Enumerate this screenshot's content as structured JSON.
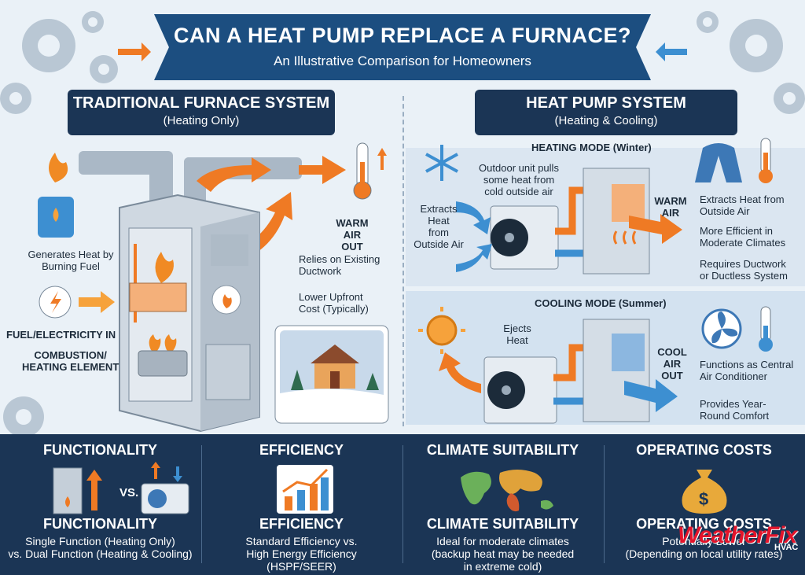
{
  "header": {
    "title": "CAN A HEAT PUMP REPLACE A FURNACE?",
    "subtitle": "An Illustrative Comparison for Homeowners"
  },
  "furnace": {
    "heading": "TRADITIONAL FURNACE SYSTEM",
    "subheading": "(Heating Only)",
    "labels": {
      "generates_1": "Generates Heat by",
      "generates_2": "Burning Fuel",
      "fuel_in": "FUEL/ELECTRICITY IN",
      "combustion_1": "COMBUSTION/",
      "combustion_2": "HEATING ELEMENT",
      "warm_air_1": "WARM AIR",
      "warm_air_2": "OUT",
      "ductwork_1": "Relies on Existing",
      "ductwork_2": "Ductwork",
      "upfront_1": "Lower Upfront",
      "upfront_2": "Cost (Typically)"
    }
  },
  "heat_pump": {
    "heading": "HEAT PUMP SYSTEM",
    "subheading": "(Heating & Cooling)",
    "heating_mode": {
      "title": "HEATING MODE (Winter)",
      "outdoor_1": "Outdoor unit pulls",
      "outdoor_2": "some heat from",
      "outdoor_3": "cold outside air",
      "extracts_1": "Extracts",
      "extracts_2": "Heat",
      "extracts_3": "from",
      "extracts_4": "Outside Air",
      "warm_1": "WARM",
      "warm_2": "AIR",
      "side_1a": "Extracts Heat from",
      "side_1b": "Outside Air",
      "side_2a": "More Efficient in",
      "side_2b": "Moderate Climates",
      "side_3a": "Requires Ductwork",
      "side_3b": "or Ductless System"
    },
    "cooling_mode": {
      "title": "COOLING MODE (Summer)",
      "ejects_1": "Ejects",
      "ejects_2": "Heat",
      "cool_1": "COOL",
      "cool_2": "AIR",
      "cool_3": "OUT",
      "side_1a": "Functions as Central",
      "side_1b": "Air Conditioner",
      "side_2a": "Provides Year-",
      "side_2b": "Round Comfort"
    }
  },
  "comparison": [
    {
      "head": "FUNCTIONALITY",
      "vs": "VS.",
      "head2": "FUNCTIONALITY",
      "line1": "Single Function (Heating Only)",
      "line2": "vs. Dual Function (Heating & Cooling)",
      "line3": ""
    },
    {
      "head": "EFFICIENCY",
      "head2": "EFFICIENCY",
      "line1": "Standard Efficiency vs.",
      "line2": "High Energy Efficiency",
      "line3": "(HSPF/SEER)"
    },
    {
      "head": "CLIMATE SUITABILITY",
      "head2": "CLIMATE SUITABILITY",
      "line1": "Ideal for moderate climates",
      "line2": "(backup heat may be needed",
      "line3": "in extreme cold)"
    },
    {
      "head": "OPERATING COSTS",
      "head2": "OPERATING COSTS",
      "line1": "Potentially Lower",
      "line2": "(Depending on local utility rates)",
      "line3": ""
    }
  ],
  "watermark": {
    "brand": "WeatherFix",
    "tag": "HVAC"
  },
  "colors": {
    "navy": "#1b3555",
    "banner": "#1c4e80",
    "orange": "#ef7a24",
    "blue": "#3d8fd1"
  }
}
